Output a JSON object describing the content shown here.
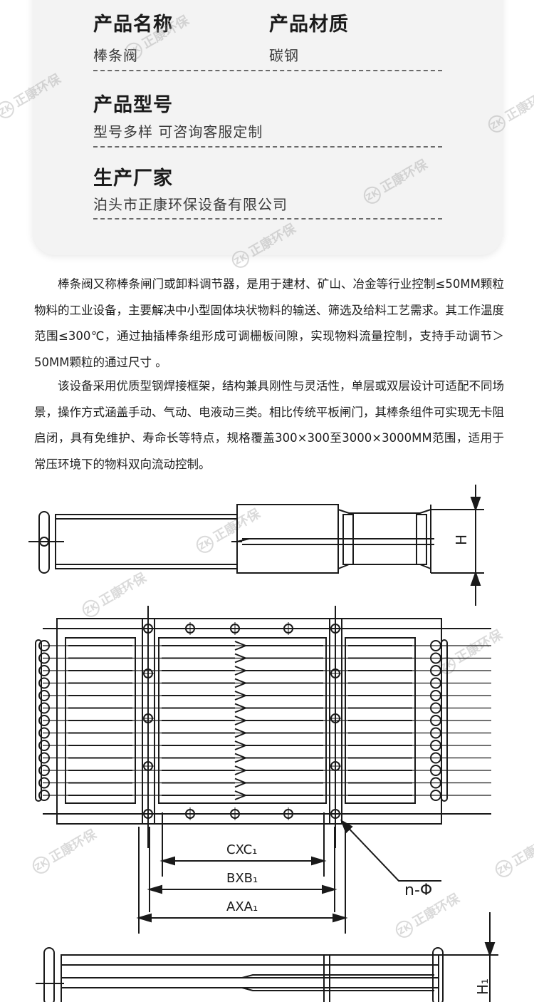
{
  "info": {
    "name_label": "产品名称",
    "name_value": "棒条阀",
    "material_label": "产品材质",
    "material_value": "碳钢",
    "model_label": "产品型号",
    "model_value": "型号多样 可咨询客服定制",
    "maker_label": "生产厂家",
    "maker_value": "泊头市正康环保设备有限公司"
  },
  "description": {
    "p1": "棒条阀又称棒条闸门或卸料调节器，是用于建材、矿山、冶金等行业控制≤50MM颗粒物料的工业设备，主要解决中小型固体块状物料的输送、筛选及给料工艺需求。其工作温度范围≤300℃，通过抽插棒条组形成可调栅板间隙，实现物料流量控制，支持手动调节＞50MM颗粒的通过尺寸 。",
    "p2": "该设备采用优质型钢焊接框架，结构兼具刚性与灵活性，单层或双层设计可适配不同场景，操作方式涵盖手动、气动、电液动三类。相比传统平板闸门，其棒条组件可实现无卡阻启闭，具有免维护、寿命长等特点，规格覆盖300×300至3000×3000MM范围，适用于常压环境下的物料双向流动控制。"
  },
  "watermark": "正康环保",
  "drawing": {
    "dim_H": "H",
    "dim_C": "CXC₁",
    "dim_B": "BXB₁",
    "dim_A": "AXA₁",
    "hole_label": "n-Φ",
    "dim_H1": "H₁"
  }
}
